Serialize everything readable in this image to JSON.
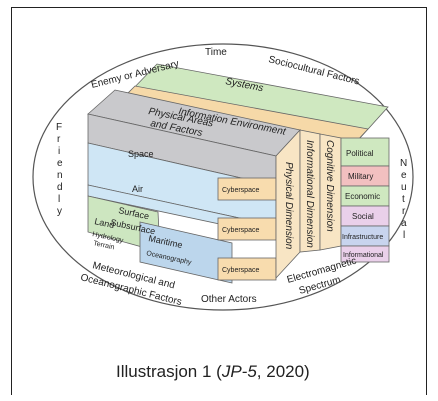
{
  "diagram": {
    "ring_labels": {
      "time": "Time",
      "enemy": "Enemy or Adversary",
      "socio": "Sociocultural Factors",
      "met1": "Meteorological and",
      "met2": "Oceanographic Factors",
      "other": "Other Actors",
      "em1": "Electromagnetic",
      "em2": "Spectrum"
    },
    "friendly_letters": [
      "F",
      "r",
      "i",
      "e",
      "n",
      "d",
      "l",
      "y"
    ],
    "neutral_letters": [
      "N",
      "e",
      "u",
      "t",
      "r",
      "a",
      "l"
    ],
    "layers": {
      "systems": "Systems",
      "info_env": "Information Environment",
      "physical1": "Physical Areas",
      "physical2": "and Factors",
      "space": "Space",
      "air": "Air",
      "surface": "Surface",
      "subsurface": "Subsurface",
      "land": "Land",
      "hydrology": "Hydrology",
      "terrain": "Terrain",
      "maritime": "Maritime",
      "oceanography": "Oceanography",
      "cyberspace": "Cyberspace"
    },
    "dimensions": {
      "physical": "Physical Dimension",
      "informational": "Informational Dimension",
      "cognitive": "Cognitive Dimension"
    },
    "pmesii": [
      "Political",
      "Military",
      "Economic",
      "Social",
      "Infrastructure",
      "Informational"
    ],
    "colors": {
      "systems": "#cfe8c0",
      "info": "#f6d9a8",
      "space": "#c9c9cc",
      "air": "#cfe6f5",
      "land": "#cde6c0",
      "maritime": "#bcd6ec",
      "cyber": "#f8dcae",
      "military": "#f2c0c0",
      "social": "#ead0ea",
      "infrastructure": "#c8d4ee"
    }
  },
  "caption": {
    "prefix": "Illustrasjon 1 (",
    "source": "JP-5",
    "suffix": ", 2020)"
  }
}
